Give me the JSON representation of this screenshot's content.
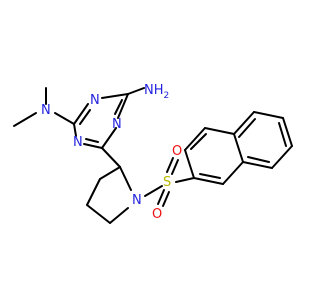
{
  "colors": {
    "bond": "#000000",
    "nitrogen": "#2323e0",
    "oxygen": "#ee1111",
    "sulfur": "#b8b800",
    "background": "#ffffff"
  },
  "atoms": {
    "n_dimethylamino": "N",
    "n_triazine_top": "N",
    "n_triazine_right": "N",
    "n_triazine_left": "N",
    "nh2": "NH",
    "nh2_subscript": "2",
    "n_pyrrolidine": "N",
    "sulfur": "S",
    "oxygen_top": "O",
    "oxygen_bottom": "O"
  }
}
